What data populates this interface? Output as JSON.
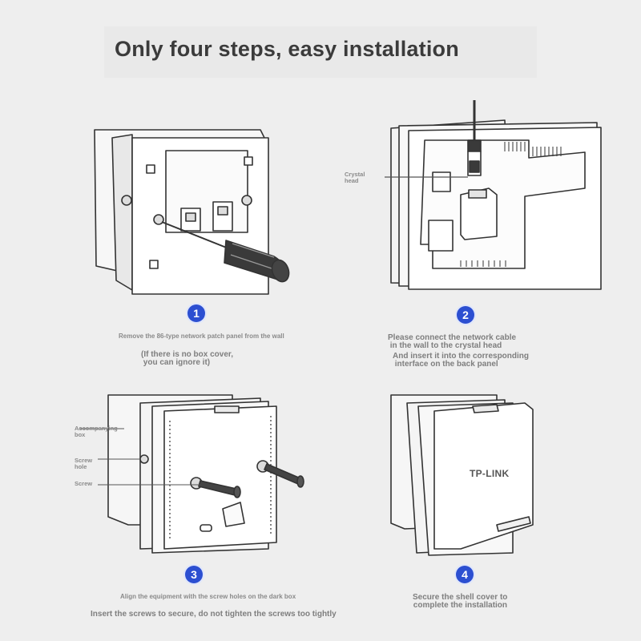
{
  "title": "Only four steps, easy installation",
  "steps": [
    {
      "number": "1",
      "lines": [
        "Remove the 86-type network patch panel from the wall",
        "(If there is no box cover,",
        " you can ignore it)"
      ]
    },
    {
      "number": "2",
      "lines": [
        "Please connect the network cable",
        " in the wall to the crystal head",
        "And insert it into the corresponding",
        " interface on the back panel"
      ],
      "label": "Crystal head"
    },
    {
      "number": "3",
      "lines": [
        "Align the equipment with the screw holes on the dark box",
        "Insert the screws to secure, do not tighten the screws too tightly"
      ],
      "labels": [
        "Accompanying box",
        "Screw hole",
        "Screw"
      ]
    },
    {
      "number": "4",
      "lines": [
        "Secure the shell cover to",
        " complete the installation"
      ],
      "logo": "TP-LINK"
    }
  ],
  "colors": {
    "badge": "#2c4fd1",
    "title": "#3b3b3b",
    "caption": "#7e7e7e",
    "line": "#333333"
  }
}
